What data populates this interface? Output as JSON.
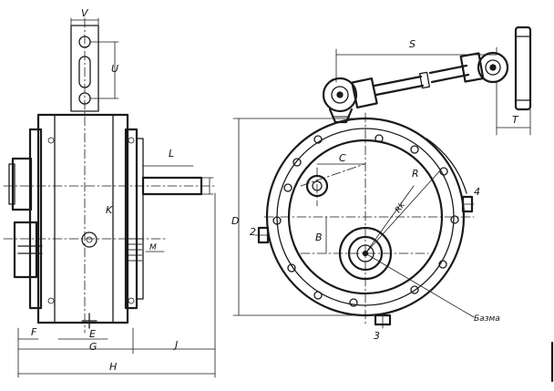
{
  "labels": {
    "V": "V",
    "U": "U",
    "S": "S",
    "T": "T",
    "L": "L",
    "K": "K",
    "M": "M",
    "F": "F",
    "E": "E",
    "G": "G",
    "J": "J",
    "H": "H",
    "C": "C",
    "R": "R",
    "Rk": "Rk",
    "B": "B",
    "D": "D",
    "n2": "2",
    "n3": "3",
    "n4": "4",
    "bazma": "Базма"
  }
}
